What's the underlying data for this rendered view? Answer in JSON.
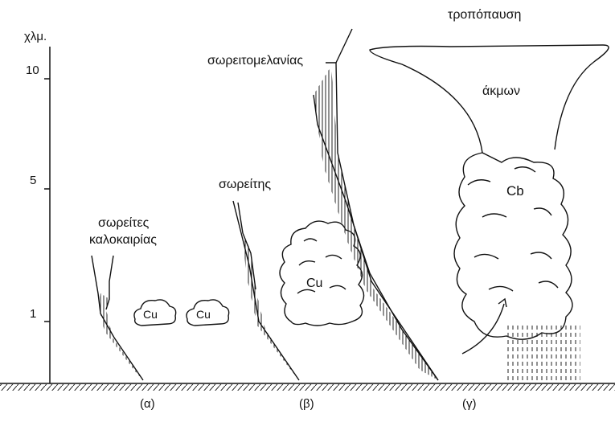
{
  "axis": {
    "unit": "χλμ.",
    "ticks": [
      "10",
      "5",
      "1"
    ]
  },
  "labels": {
    "tropopause": "τροπόπαυση",
    "anvil": "άκμων",
    "cumulonimbus_label": "σωρειτομελανίας",
    "cumulus_label": "σωρείτης",
    "fair_weather_line1": "σωρείτες",
    "fair_weather_line2": "καλοκαιρίας",
    "cb": "Cb",
    "cu_large": "Cu",
    "cu_small_1": "Cu",
    "cu_small_2": "Cu"
  },
  "panels": [
    "(α)",
    "(β)",
    "(γ)"
  ]
}
